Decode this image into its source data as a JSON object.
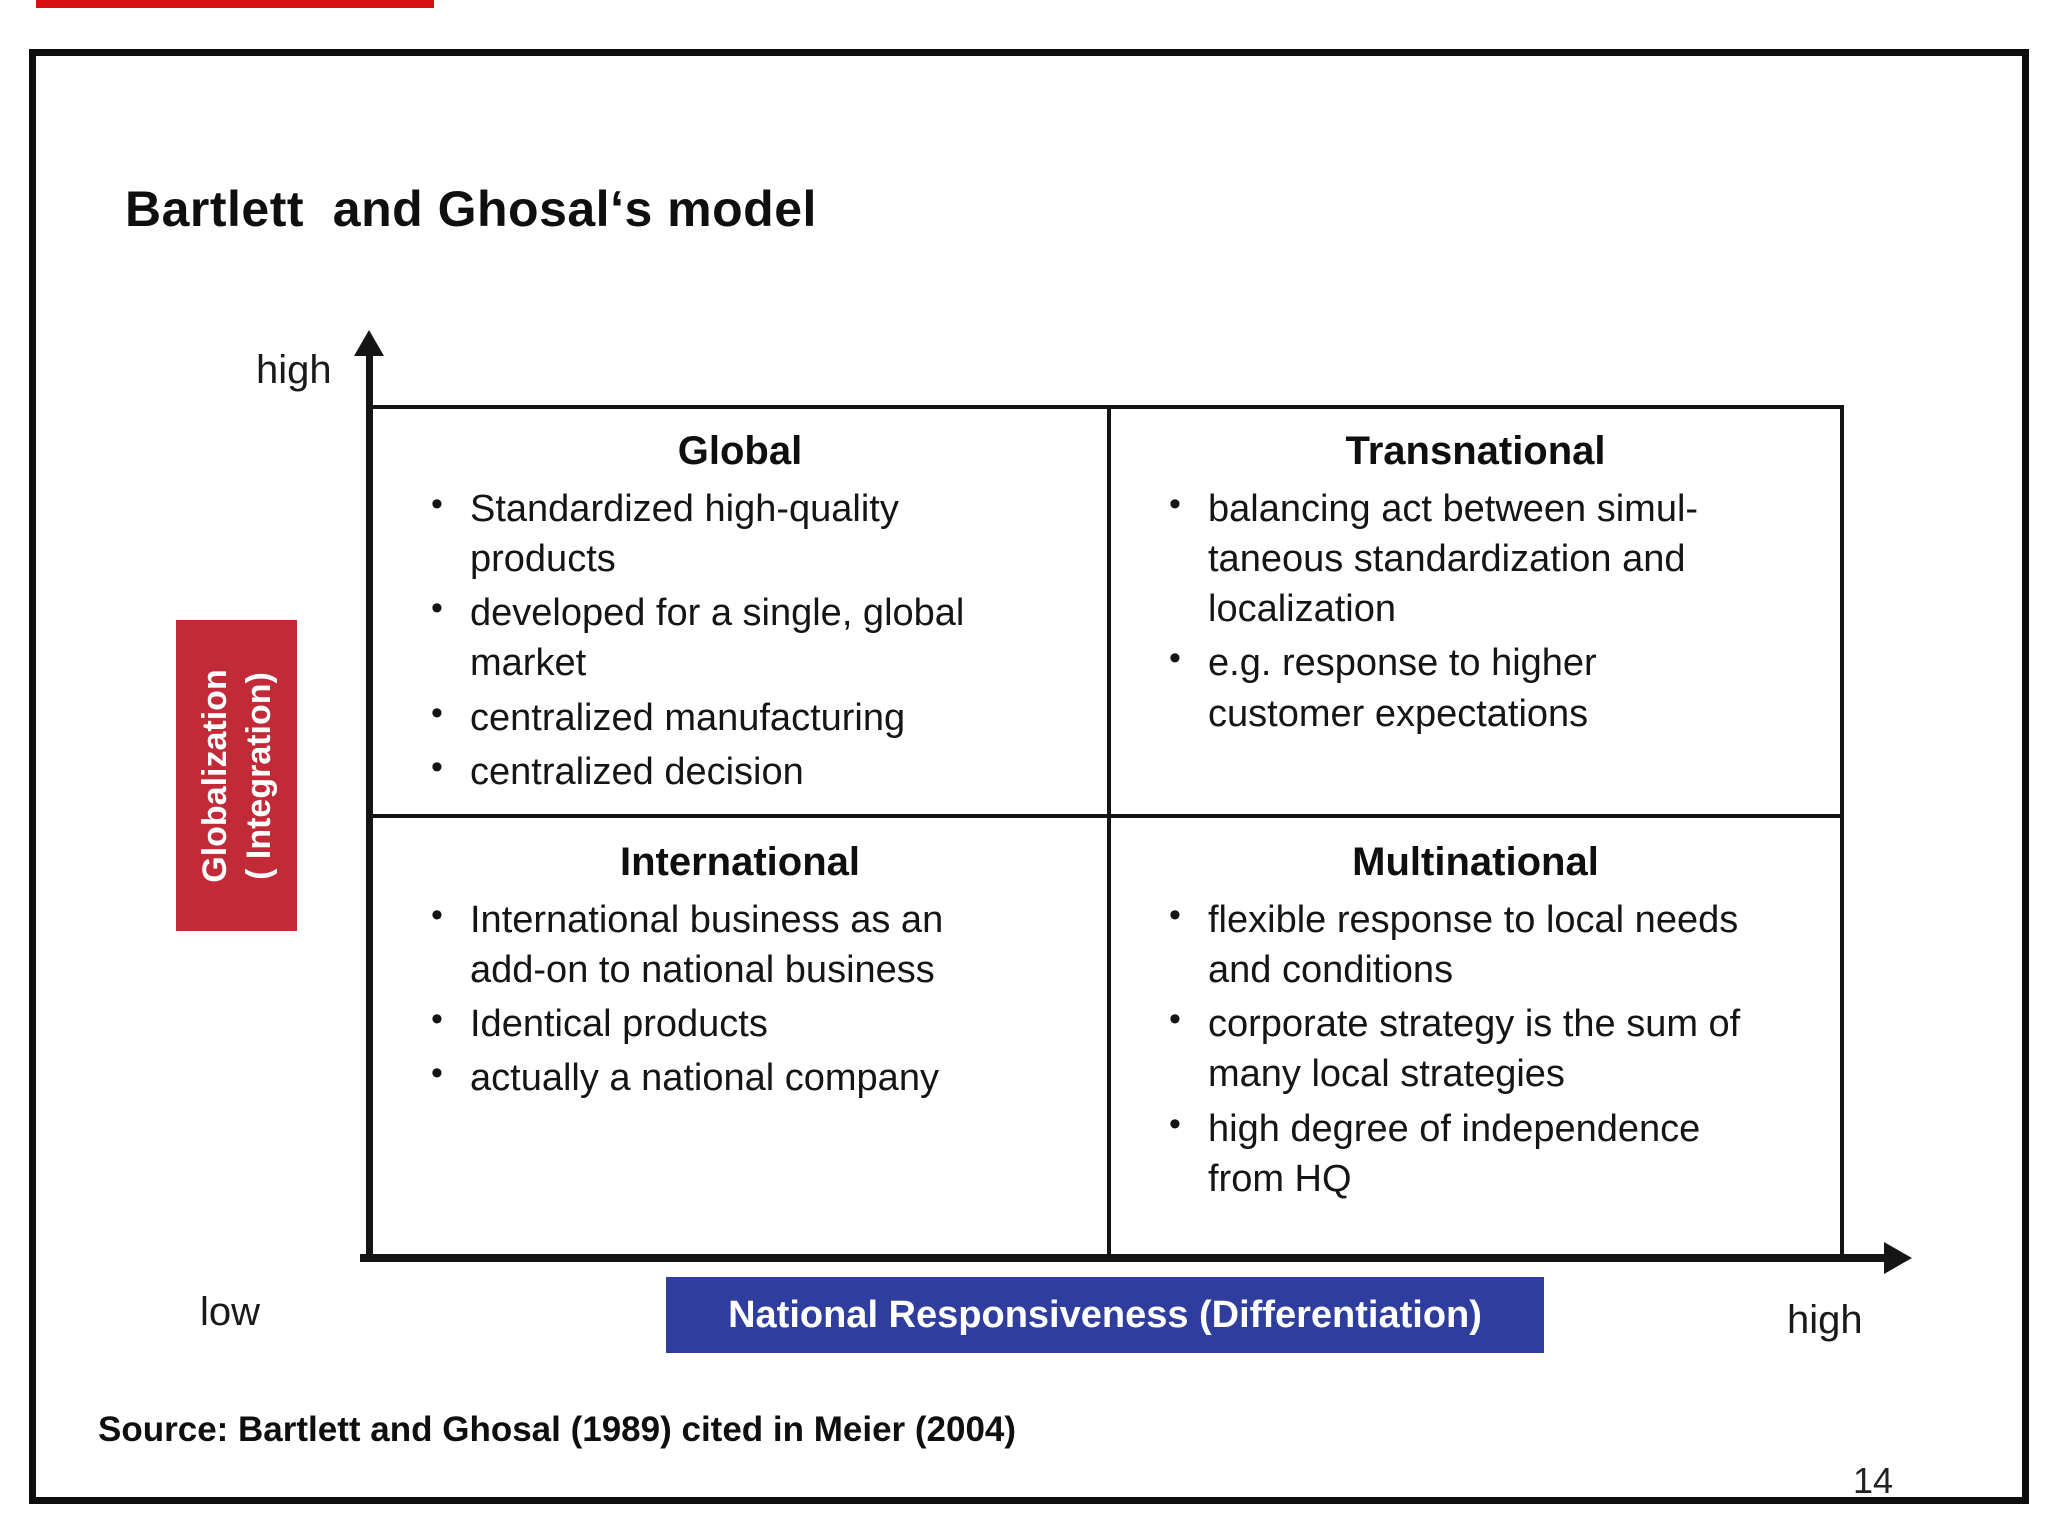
{
  "page": {
    "title": "Bartlett  and Ghosal‘s model",
    "source_line": "Source: Bartlett and Ghosal (1989) cited in Meier (2004)",
    "page_number": "14"
  },
  "colors": {
    "accent_red": "#c32a38",
    "accent_blue": "#2f3e9e",
    "top_bar_red": "#d60f12"
  },
  "y_axis": {
    "top_label": "high",
    "bottom_label": "low",
    "title": "Globalization\n( Integration)"
  },
  "x_axis": {
    "right_label": "high",
    "title": "National Responsiveness (Differentiation)"
  },
  "quadrants": [
    {
      "title": "Global",
      "bullets": [
        "Standardized high-quality\nproducts",
        "developed for a single, global\nmarket",
        "centralized manufacturing",
        "centralized decision"
      ]
    },
    {
      "title": "Transnational",
      "bullets": [
        "balancing act between simul-\ntaneous standardization and\nlocalization",
        "e.g. response to higher\ncustomer expectations"
      ]
    },
    {
      "title": "International",
      "bullets": [
        "International business as an\nadd-on to national business",
        "Identical products",
        "actually a national company"
      ]
    },
    {
      "title": "Multinational",
      "bullets": [
        "flexible response to local needs\nand conditions",
        "corporate strategy is the sum of\nmany local strategies",
        "high degree of independence\nfrom HQ"
      ]
    }
  ]
}
